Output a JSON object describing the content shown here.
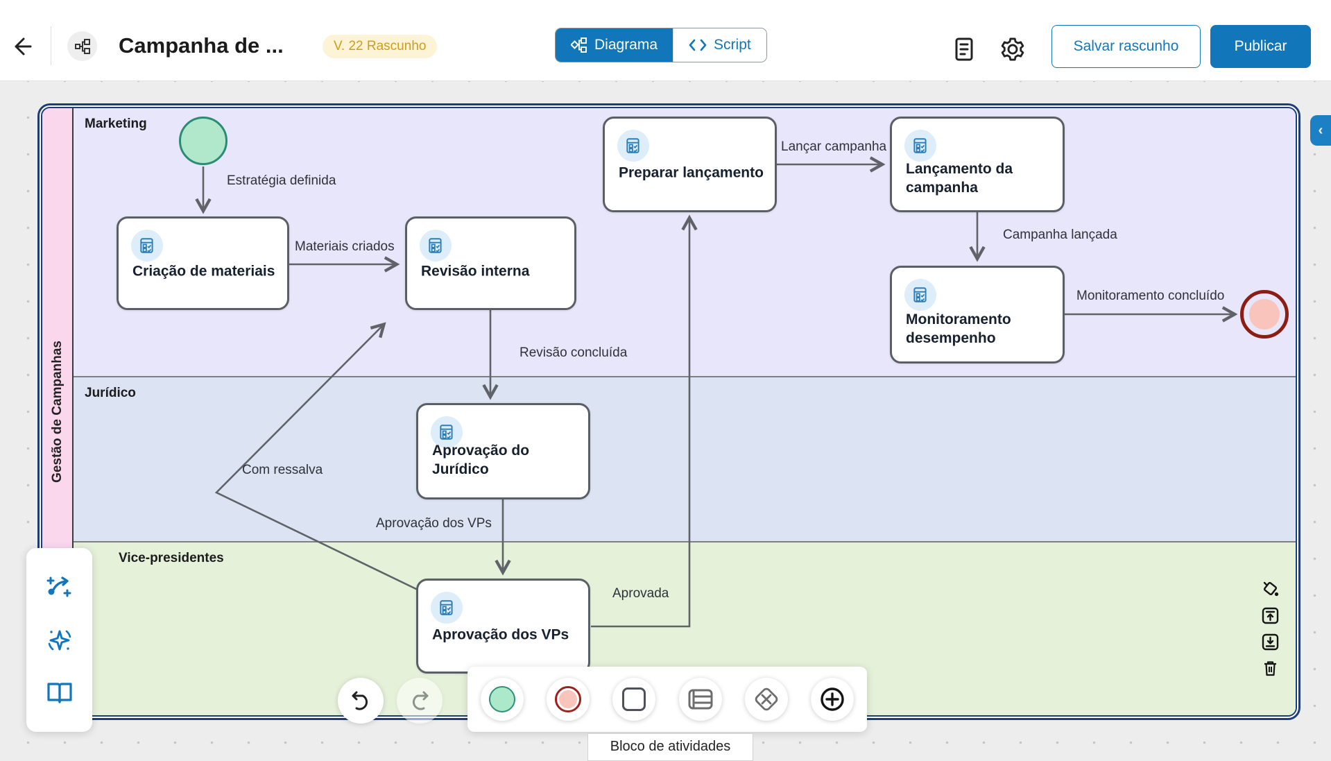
{
  "header": {
    "title": "Campanha de ...",
    "version_badge": "V. 22 Rascunho",
    "tabs": {
      "diagram": "Diagrama",
      "script": "Script"
    },
    "save_draft": "Salvar rascunho",
    "publish": "Publicar",
    "icons": [
      "back-arrow-icon",
      "workflow-avatar-icon",
      "document-icon",
      "gear-icon"
    ]
  },
  "pool": {
    "title": "Gestão de Campanhas",
    "lanes": {
      "marketing": "Marketing",
      "juridico": "Jurídico",
      "vps": "Vice-presidentes"
    }
  },
  "tasks": {
    "criacao": "Criação de materiais",
    "revisao": "Revisão interna",
    "preparar": "Preparar lançamento",
    "lancamento": "Lançamento da campanha",
    "monitoramento": "Monitoramento desempenho",
    "aprov_juridico": "Aprovação do Jurídico",
    "aprov_vps": "Aprovação dos VPs"
  },
  "events": {
    "start": "start-event",
    "end": "end-event"
  },
  "edges": {
    "estrategia": "Estratégia definida",
    "materiais": "Materiais criados",
    "lancar": "Lançar campanha",
    "campanha_lancada": "Campanha lançada",
    "monitoramento_concluido": "Monitoramento concluído",
    "revisao_concluida": "Revisão concluída",
    "aprovacao_vps": "Aprovação dos VPs",
    "aprovada": "Aprovada",
    "com_ressalva": "Com ressalva"
  },
  "left_panel_icons": [
    "ai-flow-icon",
    "ai-sparkle-icon",
    "book-icon"
  ],
  "bottom_toolbar": {
    "tooltip": "Bloco de atividades",
    "icons": [
      "undo-icon",
      "redo-icon",
      "start-event-shape",
      "end-event-shape",
      "task-shape",
      "lanes-shape",
      "gateway-shape",
      "add-shape"
    ]
  },
  "right_toolbar_icons": [
    "paint-fill-icon",
    "upload-icon",
    "download-icon",
    "trash-icon"
  ],
  "collapse_tab_icon": "chevron-left-icon",
  "colors": {
    "accent_blue": "#1276bb",
    "badge_bg": "#fdf3d6",
    "badge_text": "#cf9d1c",
    "pool_border": "#1d3c78",
    "pool_strip": "#fbd7ee",
    "lane_marketing": "#e8e6fa",
    "lane_juridico": "#dce3f3",
    "lane_vps": "#e6f1da",
    "start_fill": "#b1e8cb",
    "start_border": "#2a8c74",
    "end_ring": "#8c1d15",
    "end_fill": "#f9c4bb",
    "edge_stroke": "#5f6368"
  }
}
